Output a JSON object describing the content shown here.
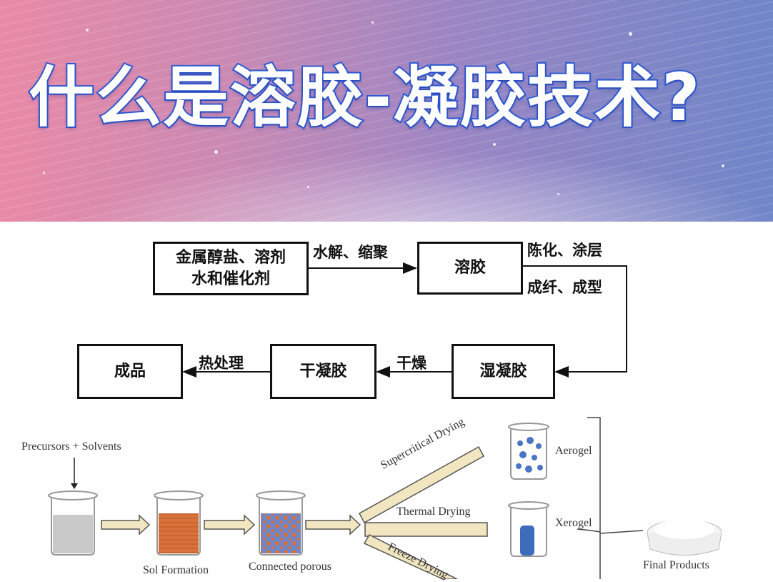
{
  "header": {
    "title": "什么是溶胶-凝胶技术?"
  },
  "flowchart": {
    "boxes": {
      "raw_line1": "金属醇盐、溶剂",
      "raw_line2": "水和催化剂",
      "sol": "溶胶",
      "wet_gel": "湿凝胶",
      "dry_gel": "干凝胶",
      "product": "成品"
    },
    "arrows": {
      "hydrolysis": "水解、缩聚",
      "aging": "陈化、涂层",
      "forming": "成纤、成型",
      "drying": "干燥",
      "heat": "热处理"
    }
  },
  "process": {
    "precursors": "Precursors + Solvents",
    "sol_formation": "Sol Formation",
    "connected_porous": "Connected porous",
    "supercritical": "Supercritical Drying",
    "thermal": "Thermal Drying",
    "freeze": "Freeze Drying",
    "aerogel": "Aerogel",
    "xerogel": "Xerogel",
    "final": "Final Products"
  },
  "colors": {
    "title_outline": "#2e5bd6",
    "sol": "#d9713a",
    "gel": "#4a74c4",
    "arrow_fill": "#f1e6c0"
  }
}
